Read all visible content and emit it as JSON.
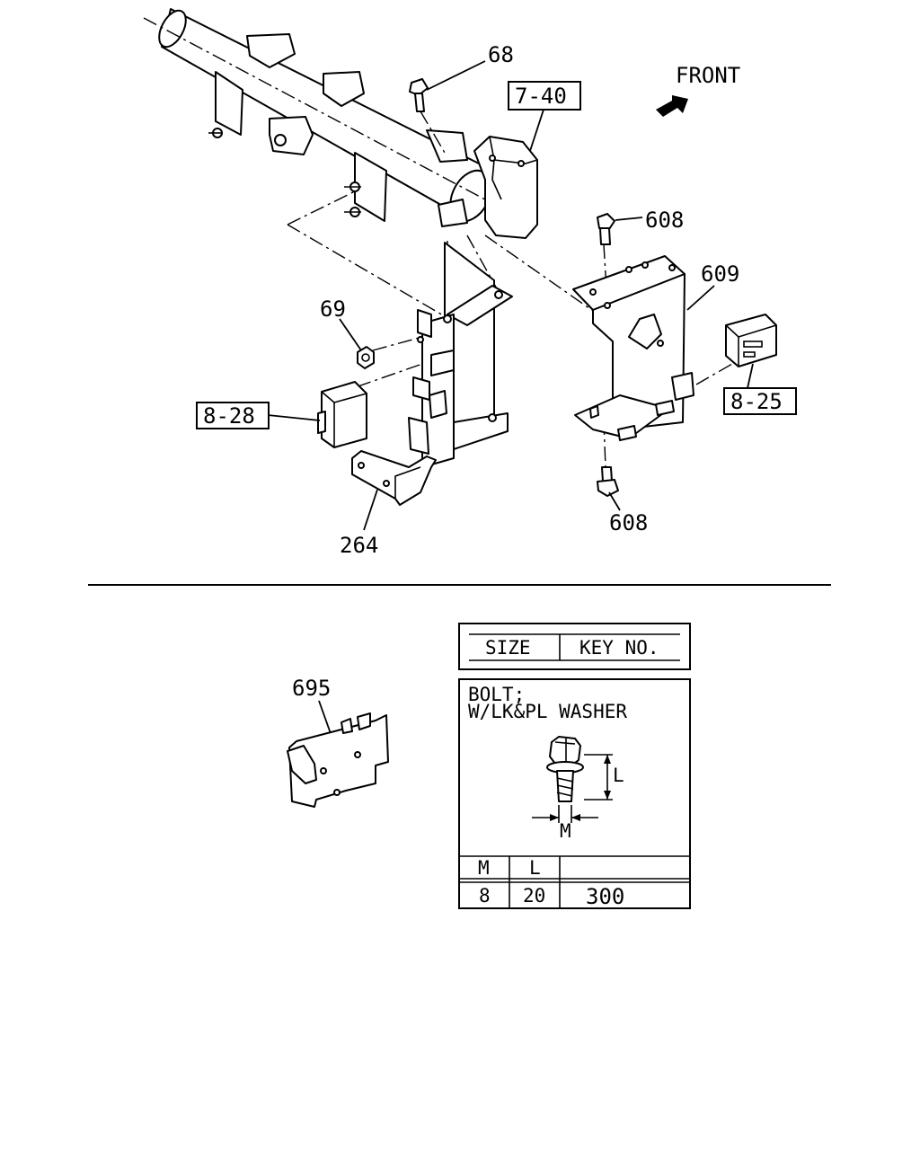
{
  "diagram": {
    "front_label": "FRONT",
    "callouts": {
      "c68": "68",
      "c69": "69",
      "c264": "264",
      "c608_top": "608",
      "c608_bottom": "608",
      "c609": "609",
      "c695": "695"
    },
    "ref_boxes": {
      "r7_40": "7-40",
      "r8_28": "8-28",
      "r8_25": "8-25"
    }
  },
  "size_table": {
    "header_size": "SIZE",
    "header_key": "KEY NO.",
    "bolt_line1": "BOLT;",
    "bolt_line2": "W/LK&PL WASHER",
    "dim_l": "L",
    "dim_m": "M",
    "col_m": "M",
    "col_l": "L",
    "rows": [
      {
        "m": "8",
        "l": "20",
        "key": "300"
      }
    ]
  }
}
